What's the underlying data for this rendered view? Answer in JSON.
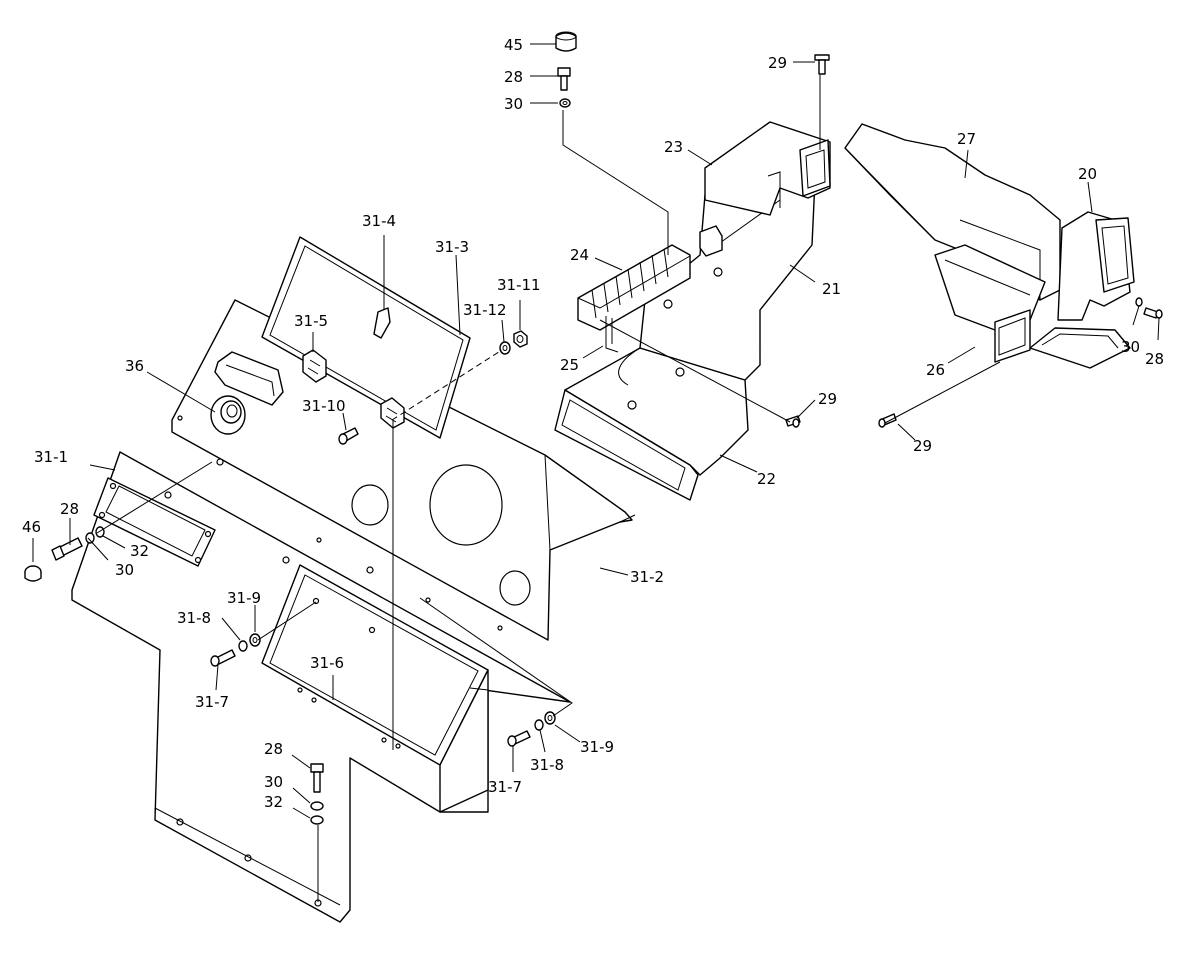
{
  "callouts": {
    "c45": "45",
    "c28a": "28",
    "c30a": "30",
    "c29a": "29",
    "c23": "23",
    "c27": "27",
    "c20": "20",
    "c24": "24",
    "c21": "21",
    "c25": "25",
    "c29b": "29",
    "c22": "22",
    "c26": "26",
    "c30b": "30",
    "c28b": "28",
    "c29c": "29",
    "c31_4": "31-4",
    "c31_3": "31-3",
    "c31_11": "31-11",
    "c31_12": "31-12",
    "c31_5": "31-5",
    "c36": "36",
    "c31_10": "31-10",
    "c31_1": "31-1",
    "c46": "46",
    "c28c": "28",
    "c32a": "32",
    "c30c": "30",
    "c31_2": "31-2",
    "c31_9a": "31-9",
    "c31_8a": "31-8",
    "c31_7a": "31-7",
    "c31_6": "31-6",
    "c28d": "28",
    "c30d": "30",
    "c32b": "32",
    "c31_7b": "31-7",
    "c31_8b": "31-8",
    "c31_9b": "31-9"
  }
}
